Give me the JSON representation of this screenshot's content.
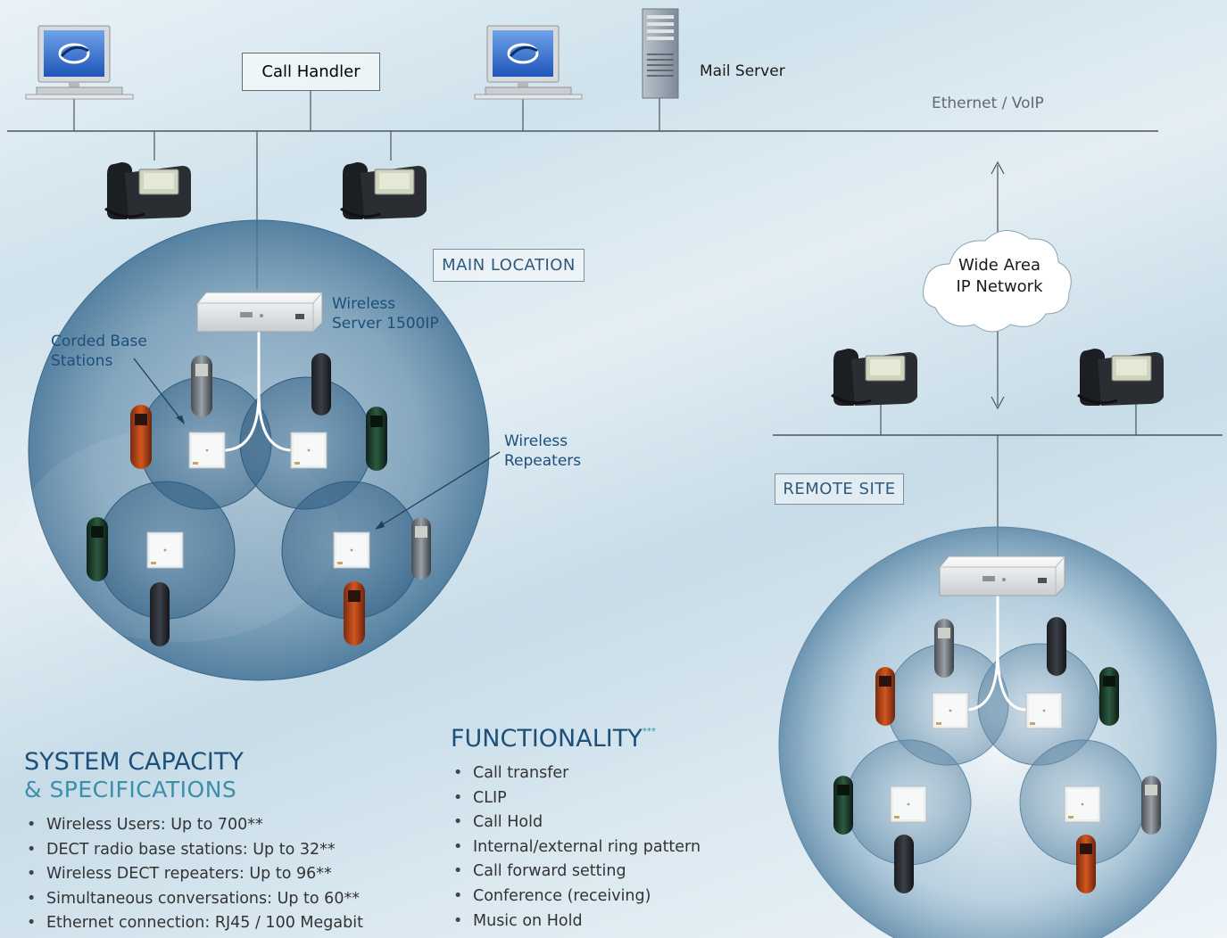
{
  "network": {
    "ethernet_label": "Ethernet / VoIP",
    "call_handler": "Call Handler",
    "mail_server": "Mail Server",
    "wan_label_line1": "Wide Area",
    "wan_label_line2": "IP Network"
  },
  "main_location": {
    "label": "MAIN LOCATION",
    "server_line1": "Wireless",
    "server_line2": "Server 1500IP",
    "corded_line1": "Corded Base",
    "corded_line2": "Stations",
    "repeaters_line1": "Wireless",
    "repeaters_line2": "Repeaters"
  },
  "remote_site": {
    "label": "REMOTE SITE"
  },
  "capacity": {
    "title": "SYSTEM CAPACITY",
    "subtitle": "& SPECIFICATIONS",
    "items": [
      "Wireless Users: Up to 700**",
      "DECT radio base stations: Up to 32**",
      "Wireless DECT repeaters: Up to 96**",
      "Simultaneous conversations: Up to 60**",
      "Ethernet connection: RJ45 / 100 Megabit"
    ]
  },
  "functionality": {
    "title": "FUNCTIONALITY",
    "title_mark": "***",
    "items": [
      "Call transfer",
      "CLIP",
      "Call Hold",
      "Internal/external ring pattern",
      "Call forward setting",
      "Conference (receiving)",
      "Music on Hold"
    ]
  },
  "colors": {
    "accent_blue": "#1c4f7a",
    "accent_teal": "#3b8fa8",
    "handset_orange": "#c4501f",
    "handset_green": "#1f4a33"
  },
  "icons": [
    "computer-icon",
    "server-tower-icon",
    "desk-phone-icon",
    "cloud-icon",
    "wireless-server-icon",
    "base-station-icon",
    "dect-handset-icon"
  ]
}
